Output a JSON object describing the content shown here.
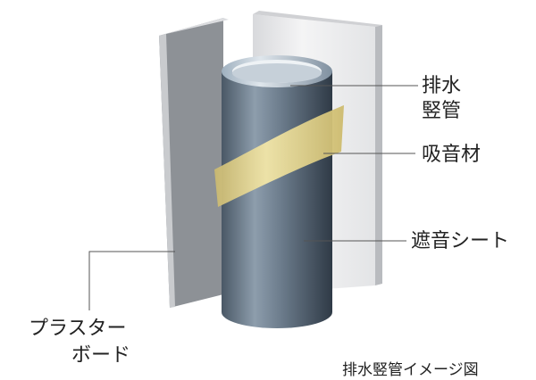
{
  "labels": {
    "drain_pipe_line1": "排水",
    "drain_pipe_line2": "竪管",
    "sound_absorber": "吸音材",
    "sound_insulation_sheet": "遮音シート",
    "plaster_board_line1": "プラスター",
    "plaster_board_line2": "ボード"
  },
  "caption": "排水竪管イメージ図",
  "colors": {
    "board": "#8d9196",
    "board_light": "#eeeef0",
    "pipe": "#6f8090",
    "absorber": "#e3d48a"
  }
}
